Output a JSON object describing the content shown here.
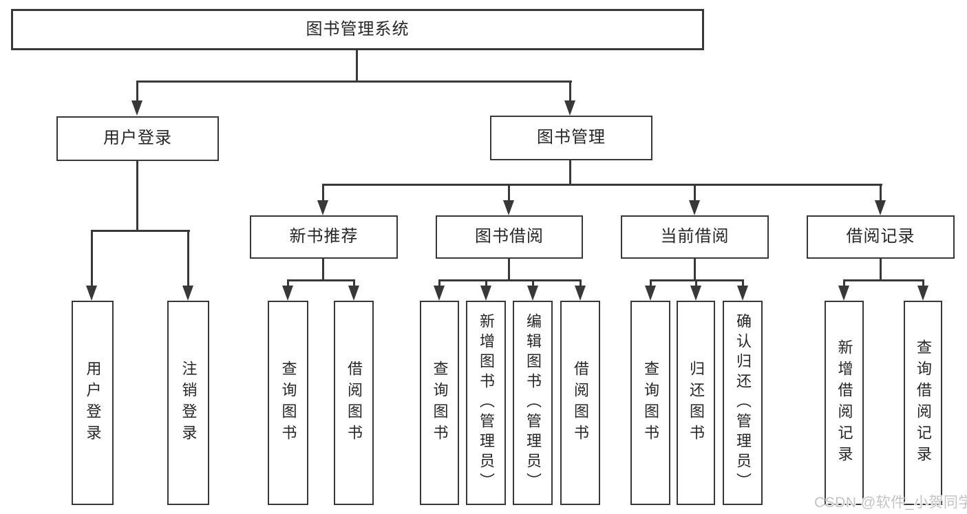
{
  "diagram": {
    "root": {
      "label": "图书管理系统"
    },
    "branches": [
      {
        "label": "用户登录",
        "children": [
          {
            "label": "用户登录"
          },
          {
            "label": "注销登录"
          }
        ]
      },
      {
        "label": "图书管理",
        "children": [
          {
            "label": "新书推荐",
            "children": [
              {
                "label": "查询图书"
              },
              {
                "label": "借阅图书"
              }
            ]
          },
          {
            "label": "图书借阅",
            "children": [
              {
                "label": "查询图书"
              },
              {
                "label": "新增图书（管理员）"
              },
              {
                "label": "编辑图书（管理员）"
              },
              {
                "label": "借阅图书"
              }
            ]
          },
          {
            "label": "当前借阅",
            "children": [
              {
                "label": "查询图书"
              },
              {
                "label": "归还图书"
              },
              {
                "label": "确认归还（管理员）"
              }
            ]
          },
          {
            "label": "借阅记录",
            "children": [
              {
                "label": "新增借阅记录"
              },
              {
                "label": "查询借阅记录"
              }
            ]
          }
        ]
      }
    ]
  },
  "watermark": {
    "text": "CSDN @软件_小贺同学"
  },
  "colors": {
    "line": "#383838",
    "text": "#262626",
    "watermark": "#c3c3c3",
    "background": "#ffffff"
  }
}
